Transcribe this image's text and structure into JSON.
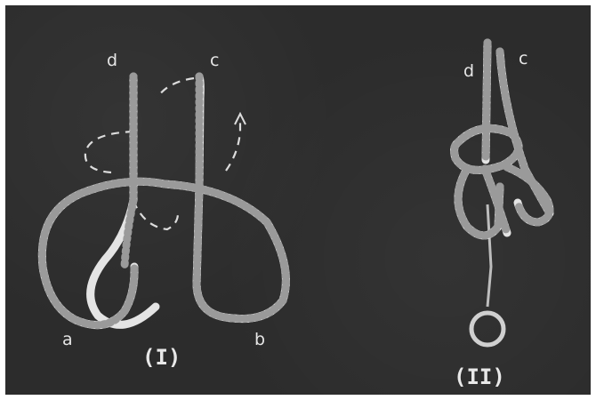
{
  "figure_I": {
    "labels": {
      "d": "d",
      "c": "c",
      "a": "a",
      "b": "b"
    },
    "caption": "(I)"
  },
  "figure_II": {
    "labels": {
      "d": "d",
      "c": "c"
    },
    "caption": "(II)"
  },
  "colors": {
    "background": "#2c2c2c",
    "rope": "#e4e4e4",
    "rope_twist": "#9a9a9a",
    "dashed_path": "#dcdcdc"
  }
}
